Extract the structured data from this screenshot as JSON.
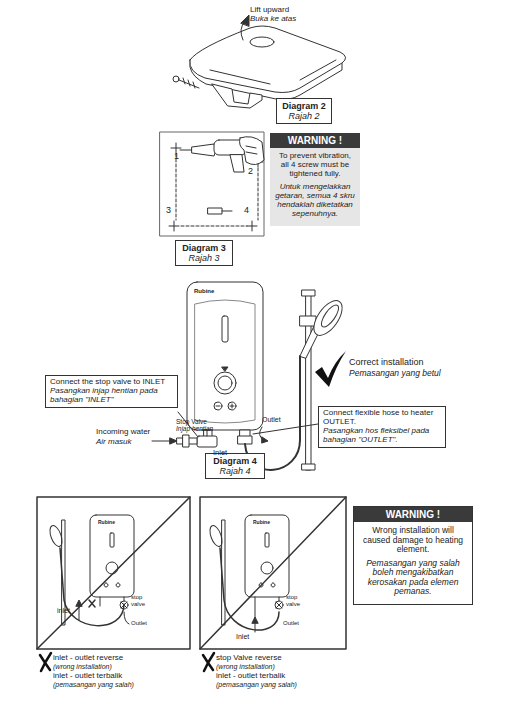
{
  "diagram": {
    "nodes": [
      {
        "text": [
          "Diagram 2",
          "Rajah 2"
        ]
      },
      {
        "text": [
          "WARNING !",
          "To prevent vibration, all 4 screw must be tightened fully.",
          "Untuk mengelakkan getaran, semua 4 skru hendaklah diketatkan sepenuhnya."
        ]
      },
      {
        "text": [
          "Diagram 3",
          "Rajah 3"
        ]
      },
      {
        "text": [
          "Connect the stop valve to INLET",
          "Pasangkan injap hentian pada bahagian \"INLET\""
        ]
      },
      {
        "text": [
          "Connect flexible hose to heater OUTLET.",
          "Pasangkan hos fleksibel pada bahagian \"OUTLET\"."
        ]
      },
      {
        "text": [
          "Diagram 4",
          "Rajah 4"
        ]
      },
      {
        "text": [
          "WARNING !",
          "Wrong installation will caused damage to heating element.",
          "Pemasangan yang salah boleh mengakibatkan kerosakan pada elemen pemanas."
        ]
      }
    ],
    "labels": [
      "Lift upward",
      "Buka ke atas",
      "1",
      "2",
      "3",
      "4",
      "Rubine",
      "Stop Valve",
      "Injap hentian",
      "Incoming water",
      "Air masuk",
      "Inlet",
      "Outlet",
      "Correct installation",
      "Pemasangan yang betul",
      "Rubine",
      "inlet",
      "stop valve",
      "Outlet",
      "Rubine",
      "stop valve",
      "Inlet",
      "Outlet",
      "inlet - outlet reverse",
      "(wrong installation)",
      "inlet - outlet terbalik",
      "(pemasangan yang salah)",
      "stop Valve reverse",
      "(wrong installation)",
      "inlet - outlet terbalik",
      "(pemasangan yang salah)"
    ]
  }
}
